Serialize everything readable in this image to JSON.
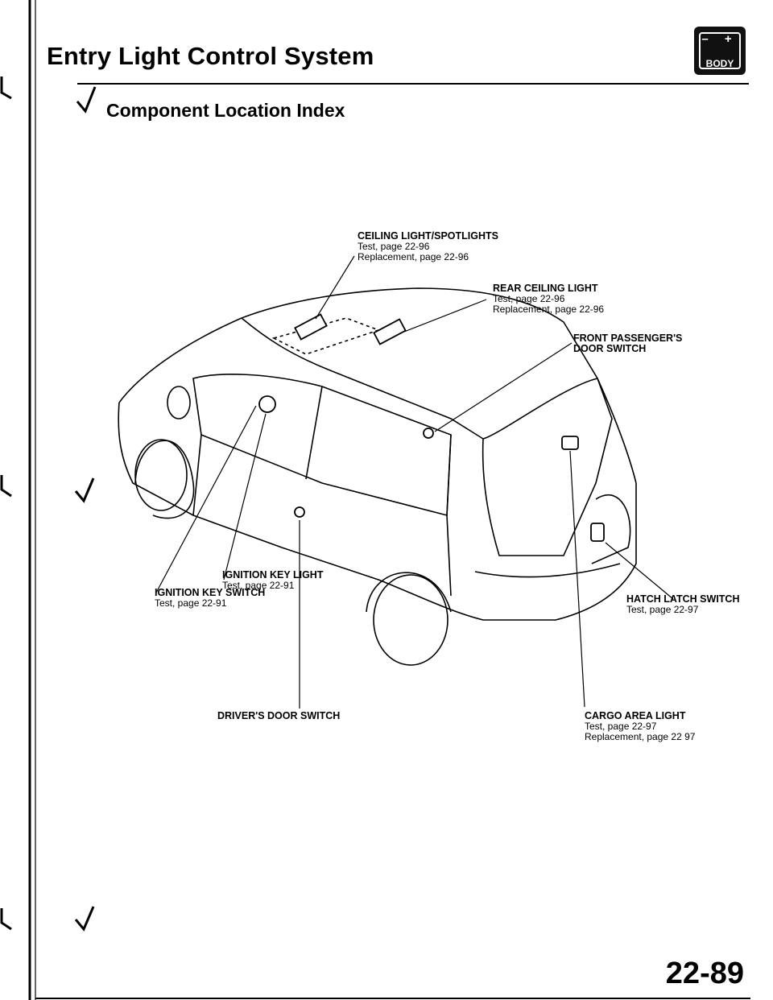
{
  "header": {
    "title": "Entry Light Control System",
    "section": "Component Location Index",
    "badge": {
      "symbols": "– +",
      "label": "BODY"
    }
  },
  "callouts": {
    "ceiling_light": {
      "name": "CEILING LIGHT/SPOTLIGHTS",
      "refs": [
        "Test, page 22-96",
        "Replacement, page 22-96"
      ]
    },
    "rear_ceiling_light": {
      "name": "REAR CEILING LIGHT",
      "refs": [
        "Test, page 22-96",
        "Replacement, page 22-96"
      ]
    },
    "front_passenger_door_switch": {
      "name": "FRONT PASSENGER'S",
      "name2": "DOOR SWITCH"
    },
    "ignition_key_light": {
      "name": "IGNITION KEY LIGHT",
      "refs": [
        "Test, page 22-91"
      ]
    },
    "ignition_key_switch": {
      "name": "IGNITION KEY SWITCH",
      "refs": [
        "Test, page 22-91"
      ]
    },
    "hatch_latch_switch": {
      "name": "HATCH LATCH SWITCH",
      "refs": [
        "Test, page 22-97"
      ]
    },
    "drivers_door_switch": {
      "name": "DRIVER'S DOOR SWITCH"
    },
    "cargo_area_light": {
      "name": "CARGO AREA LIGHT",
      "refs": [
        "Test, page 22-97",
        "Replacement, page 22 97"
      ]
    }
  },
  "footer": {
    "page_number": "22-89"
  }
}
